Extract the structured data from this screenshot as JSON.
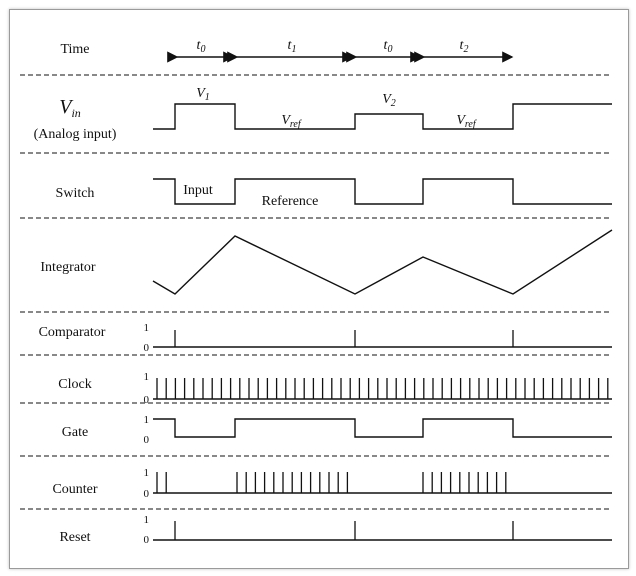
{
  "rows": {
    "time": "Time",
    "vin_symbol": "V",
    "vin_sub": "in",
    "vin_caption": "(Analog input)",
    "switch": "Switch",
    "integrator": "Integrator",
    "comparator": "Comparator",
    "clock": "Clock",
    "gate": "Gate",
    "counter": "Counter",
    "reset": "Reset"
  },
  "time_intervals": [
    {
      "symbol": "t",
      "sub": "0"
    },
    {
      "symbol": "t",
      "sub": "1"
    },
    {
      "symbol": "t",
      "sub": "0"
    },
    {
      "symbol": "t",
      "sub": "2"
    }
  ],
  "vin_levels": {
    "v1": {
      "symbol": "V",
      "sub": "1"
    },
    "vref_a": {
      "symbol": "V",
      "sub": "ref"
    },
    "v2": {
      "symbol": "V",
      "sub": "2"
    },
    "vref_b": {
      "symbol": "V",
      "sub": "ref"
    }
  },
  "switch_states": {
    "input": "Input",
    "reference": "Reference"
  },
  "logic_levels": {
    "high": "1",
    "low": "0"
  }
}
